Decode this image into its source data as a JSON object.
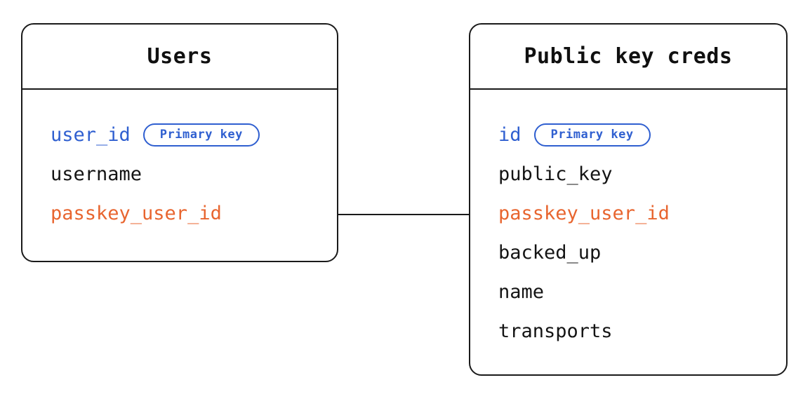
{
  "diagram": {
    "type": "entity-relationship",
    "background_color": "#ffffff",
    "line_color": "#1a1a1a",
    "accent_key_color": "#2f5fd0",
    "accent_foreign_key_color": "#e8652f",
    "text_color": "#141414"
  },
  "entities": [
    {
      "id": "users",
      "title": "Users",
      "fields": [
        {
          "name": "user_id",
          "role": "primary-key",
          "badge": "Primary key",
          "color": "#2f5fd0"
        },
        {
          "name": "username",
          "role": "plain",
          "badge": null,
          "color": "#141414"
        },
        {
          "name": "passkey_user_id",
          "role": "foreign-key",
          "badge": null,
          "color": "#e8652f"
        }
      ]
    },
    {
      "id": "public-key-creds",
      "title": "Public key creds",
      "fields": [
        {
          "name": "id",
          "role": "primary-key",
          "badge": "Primary key",
          "color": "#2f5fd0"
        },
        {
          "name": "public_key",
          "role": "plain",
          "badge": null,
          "color": "#141414"
        },
        {
          "name": "passkey_user_id",
          "role": "foreign-key",
          "badge": null,
          "color": "#e8652f"
        },
        {
          "name": "backed_up",
          "role": "plain",
          "badge": null,
          "color": "#141414"
        },
        {
          "name": "name",
          "role": "plain",
          "badge": null,
          "color": "#141414"
        },
        {
          "name": "transports",
          "role": "plain",
          "badge": null,
          "color": "#141414"
        }
      ]
    }
  ],
  "relationship": {
    "from_entity": "users",
    "from_field": "passkey_user_id",
    "to_entity": "public-key-creds",
    "to_field": "passkey_user_id",
    "style": "straight-line"
  }
}
